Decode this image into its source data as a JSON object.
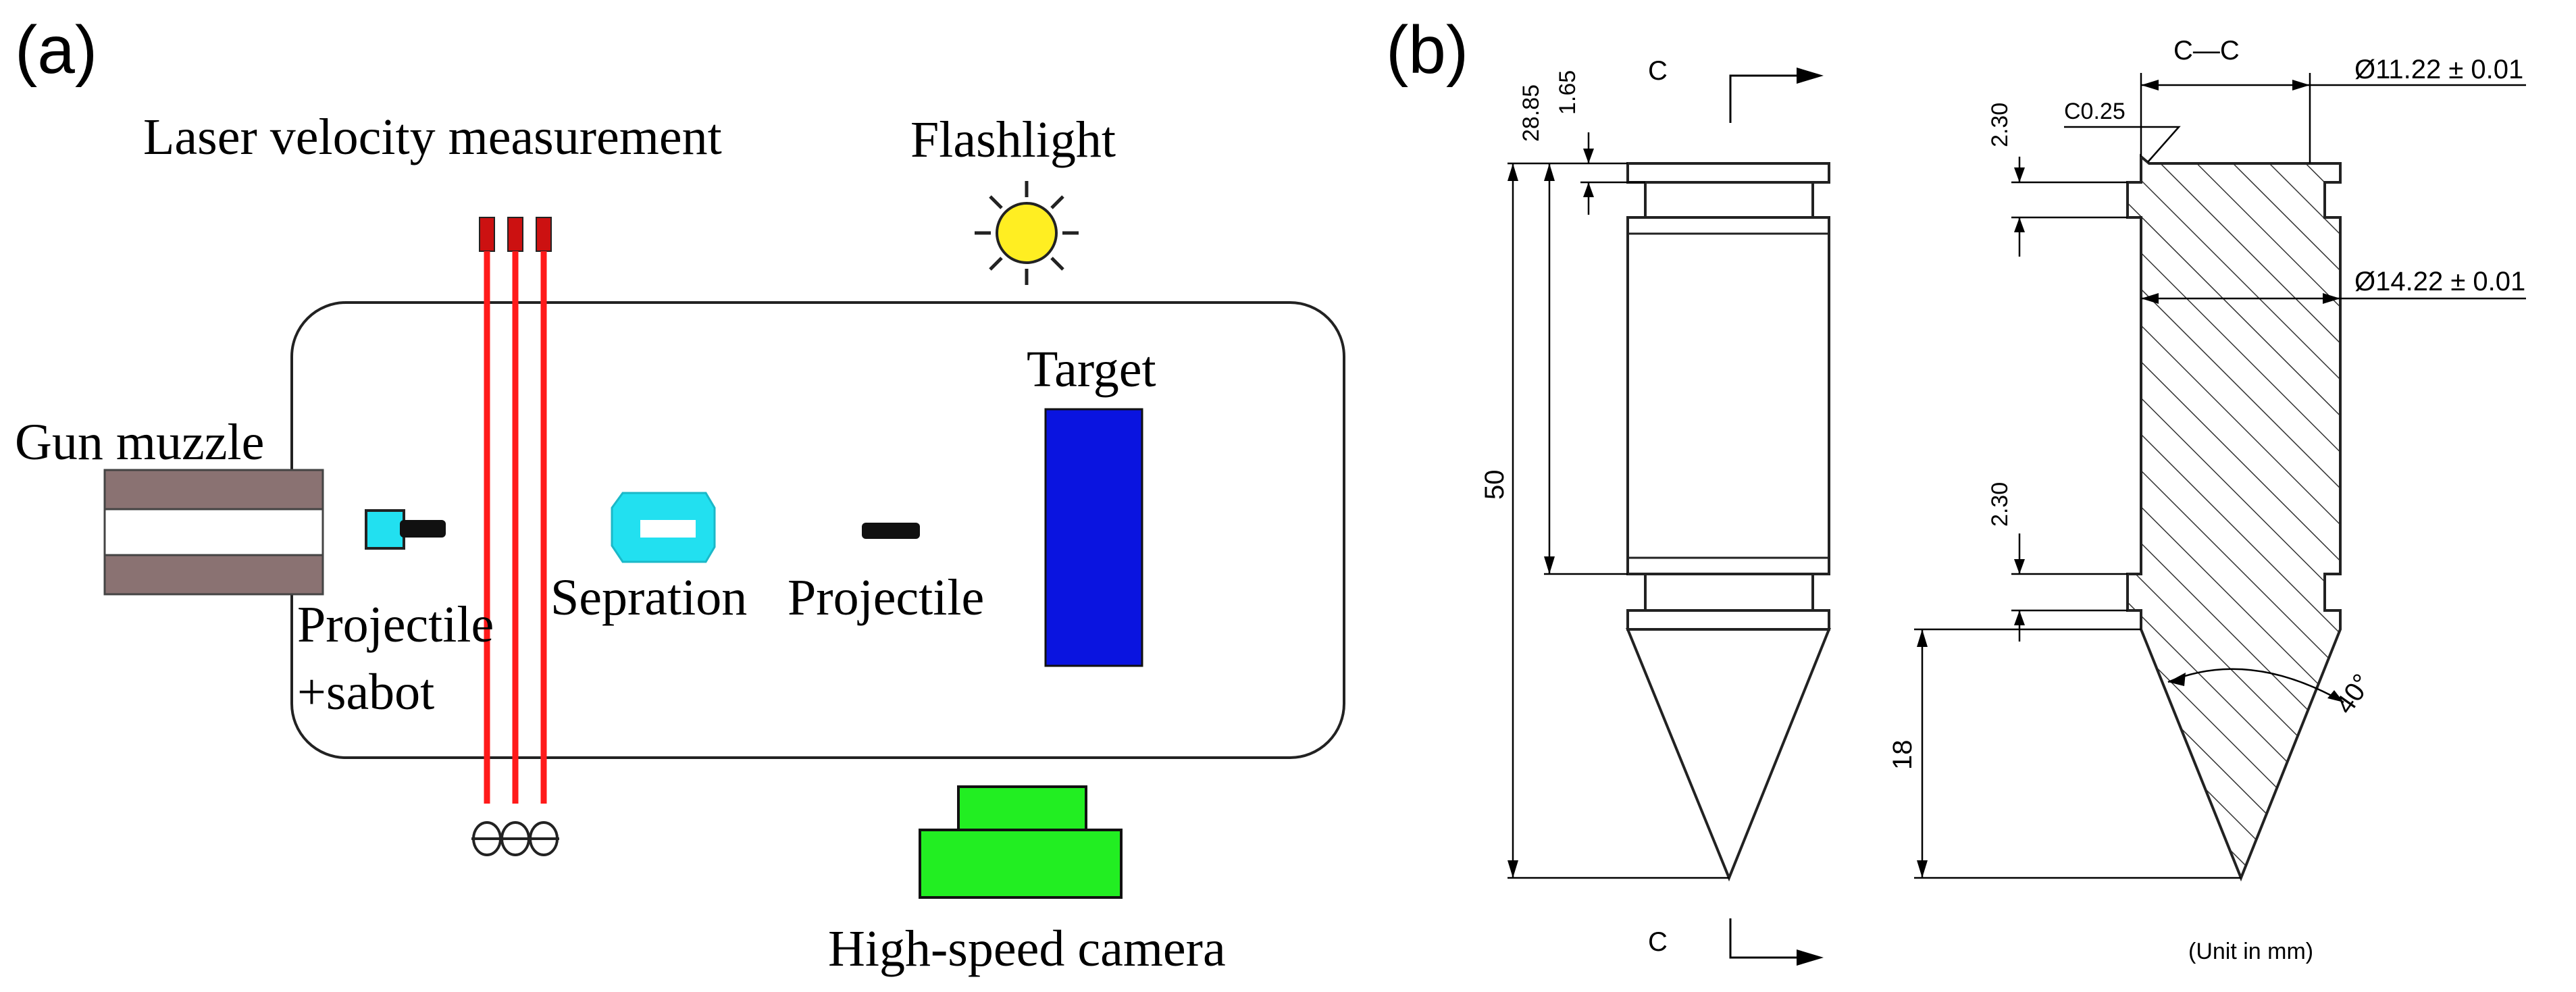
{
  "panel_a": {
    "label": "(a)",
    "laser_label": "Laser velocity measurement",
    "flashlight_label": "Flashlight",
    "gun_muzzle_label": "Gun muzzle",
    "target_label": "Target",
    "projectile_sabot_label_1": "Projectile",
    "projectile_sabot_label_2": "+sabot",
    "separation_label": "Sepration",
    "projectile_label": "Projectile",
    "camera_label": "High-speed camera",
    "colors": {
      "laser": "#ff1a1a",
      "target": "#0a14e0",
      "camera": "#22ee22",
      "sabot": "#22e0f0",
      "flashlight": "#ffee22",
      "muzzle": "#8a7272"
    }
  },
  "panel_b": {
    "label": "(b)",
    "section_mark_top": "C",
    "section_mark_bottom": "C",
    "section_title": "C—C",
    "dim_28_85": "28.85",
    "dim_1_65": "1.65",
    "dim_50": "50",
    "dim_2_30_top": "2.30",
    "dim_2_30_bottom": "2.30",
    "dim_18": "18",
    "chamfer": "C0.25",
    "diameter_1": "Ø11.22 ± 0.01",
    "diameter_2": "Ø14.22 ± 0.01",
    "angle": "40°",
    "unit_note": "(Unit in mm)"
  }
}
